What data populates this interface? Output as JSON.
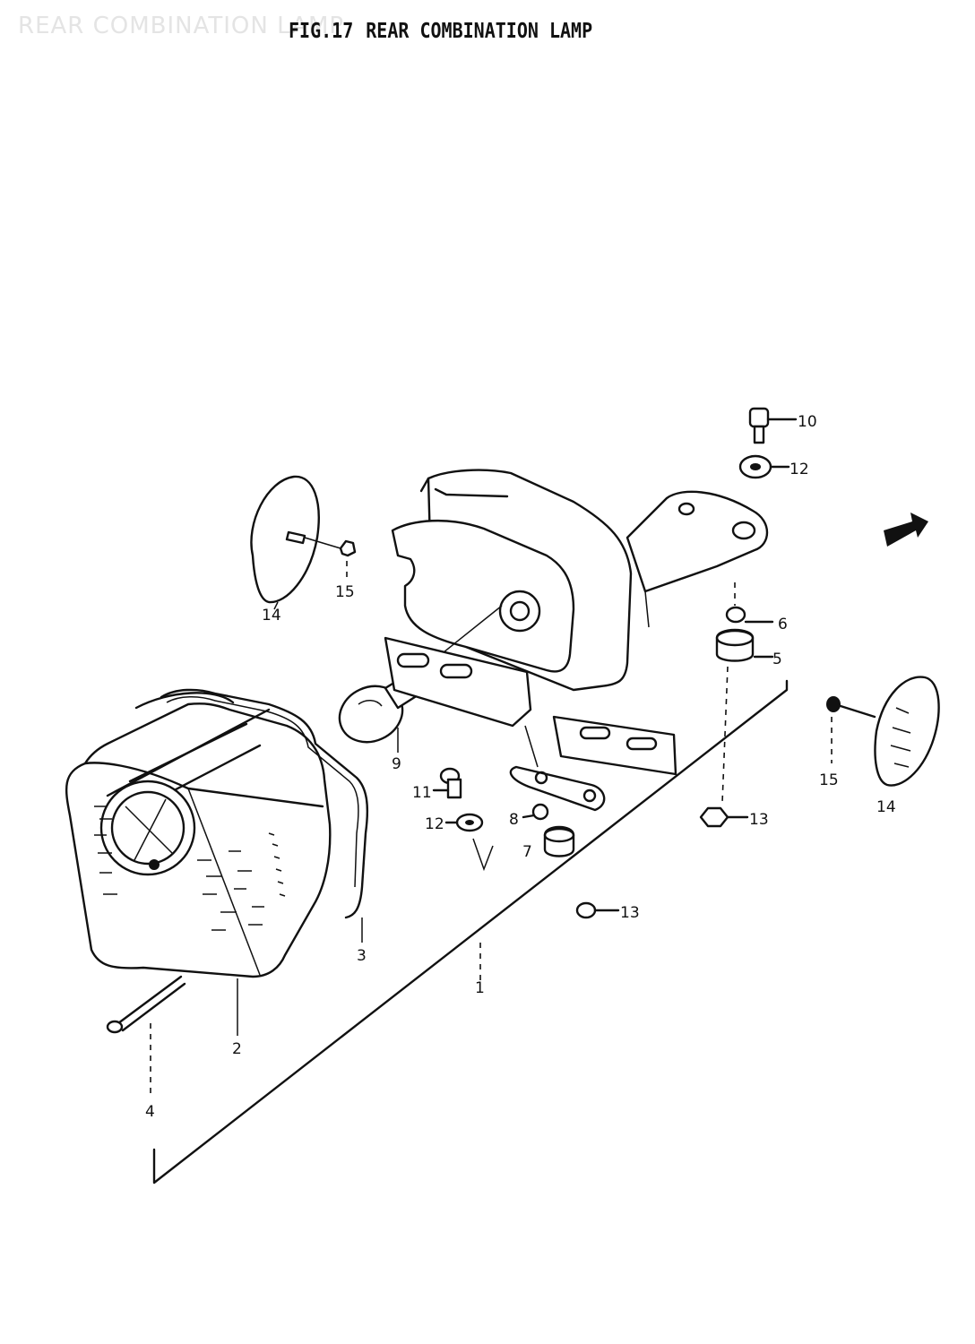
{
  "watermark": "REAR COMBINATION LAMP",
  "title": {
    "fig": "FIG.17",
    "name": "REAR COMBINATION LAMP"
  },
  "callouts": {
    "p1": "1",
    "p2": "2",
    "p3": "3",
    "p4": "4",
    "p5": "5",
    "p6": "6",
    "p7": "7",
    "p8": "8",
    "p9": "9",
    "p10": "10",
    "p11": "11",
    "p12a": "12",
    "p12b": "12",
    "p13a": "13",
    "p13b": "13",
    "p14a": "14",
    "p14b": "14",
    "p15a": "15",
    "p15b": "15"
  }
}
